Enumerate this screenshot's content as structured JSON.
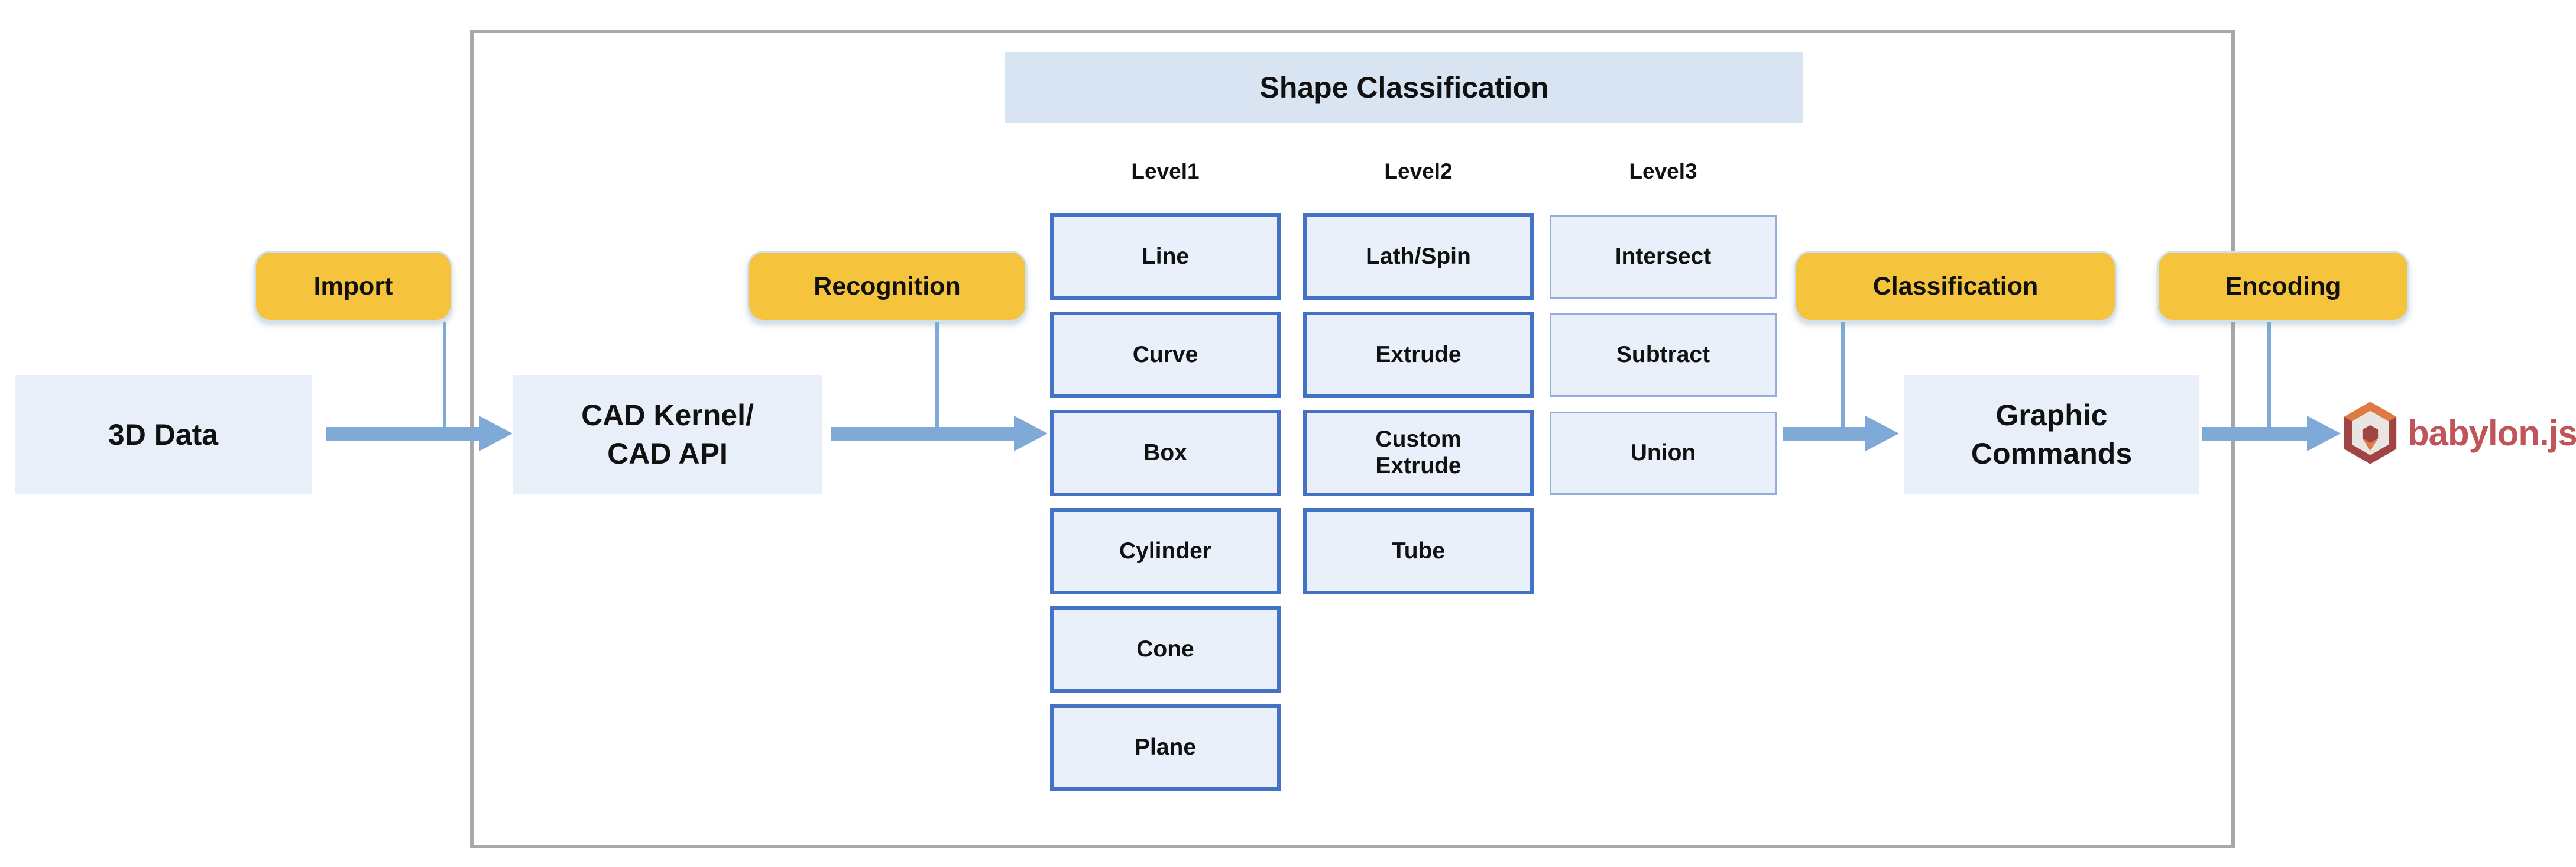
{
  "diagram": {
    "banner_title": "Shape Classification",
    "nodes": {
      "source": "3D Data",
      "kernel": [
        "CAD Kernel/",
        "CAD API"
      ],
      "output": [
        "Graphic",
        "Commands"
      ]
    },
    "process_badges": {
      "import": "Import",
      "recognition": "Recognition",
      "classification": "Classification",
      "encoding": "Encoding"
    },
    "levels": [
      {
        "label": "Level1",
        "items": [
          "Line",
          "Curve",
          "Box",
          "Cylinder",
          "Cone",
          "Plane"
        ]
      },
      {
        "label": "Level2",
        "items": [
          "Lath/Spin",
          "Extrude",
          "Custom Extrude",
          "Tube"
        ]
      },
      {
        "label": "Level3",
        "items": [
          "Intersect",
          "Subtract",
          "Union"
        ]
      }
    ],
    "logo": {
      "text": "babylon.js",
      "icon": "babylonjs-hexagon-icon"
    },
    "colors": {
      "badge_yellow": "#f5c33c",
      "badge_border": "#cfe0ef",
      "arrow_blue": "#7fa9d6",
      "shape_fill": "#eaf0fa",
      "node_fill": "#e9eff9",
      "banner_fill": "#d9e4f2",
      "border_strong": "#4472c4",
      "border_light": "#94aedb",
      "frame_border": "#a8a8a8",
      "logo_red": "#bf5459",
      "logo_orange": "#e17a42",
      "logo_dark_red": "#a14444",
      "logo_inner": "#e9e6e1"
    }
  }
}
